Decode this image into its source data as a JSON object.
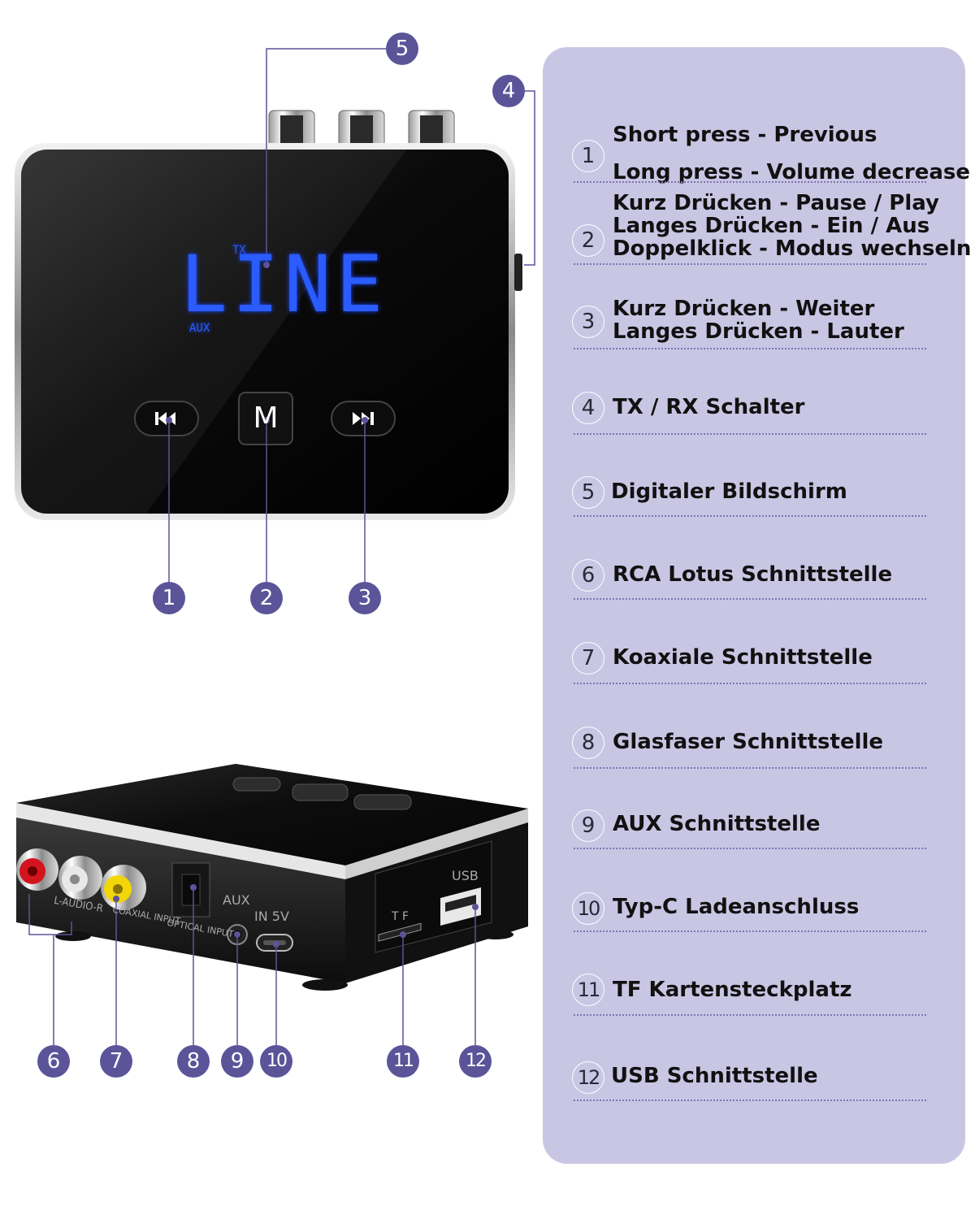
{
  "device": {
    "display_text": "LINE",
    "display_top_label": "TX",
    "display_bottom_label": "AUX",
    "mode_button_label": "M",
    "ports": {
      "audio_lr_label": "L-AUDIO-R",
      "coaxial_label": "COAXIAL INPUT",
      "optical_label": "OPTICAL INPUT",
      "aux_label": "AUX",
      "dc_label": "IN 5V",
      "usb_label": "USB",
      "tf_label": "T F"
    }
  },
  "callouts": [
    "1",
    "2",
    "3",
    "4",
    "5",
    "6",
    "7",
    "8",
    "9",
    "10",
    "11",
    "12"
  ],
  "legend": [
    {
      "num": "1",
      "lines": [
        "Short press - Previous",
        "Long press - Volume decrease"
      ]
    },
    {
      "num": "2",
      "lines": [
        "Kurz Drücken - Pause / Play",
        "Langes Drücken - Ein / Aus",
        "Doppelklick - Modus wechseln"
      ]
    },
    {
      "num": "3",
      "lines": [
        "Kurz Drücken - Weiter",
        "Langes Drücken - Lauter"
      ]
    },
    {
      "num": "4",
      "lines": [
        "TX / RX Schalter"
      ]
    },
    {
      "num": "5",
      "lines": [
        "Digitaler Bildschirm"
      ]
    },
    {
      "num": "6",
      "lines": [
        "RCA Lotus Schnittstelle"
      ]
    },
    {
      "num": "7",
      "lines": [
        "Koaxiale Schnittstelle"
      ]
    },
    {
      "num": "8",
      "lines": [
        "Glasfaser Schnittstelle"
      ]
    },
    {
      "num": "9",
      "lines": [
        "AUX Schnittstelle"
      ]
    },
    {
      "num": "10",
      "lines": [
        "Typ-C Ladeanschluss"
      ]
    },
    {
      "num": "11",
      "lines": [
        "TF Kartensteckplatz"
      ]
    },
    {
      "num": "12",
      "lines": [
        "USB Schnittstelle"
      ]
    }
  ],
  "colors": {
    "panel_bg": "#c9c6e4",
    "callout_bg": "#5b5499",
    "separator": "#7c74b4",
    "lcd_blue": "#2a5cff"
  }
}
